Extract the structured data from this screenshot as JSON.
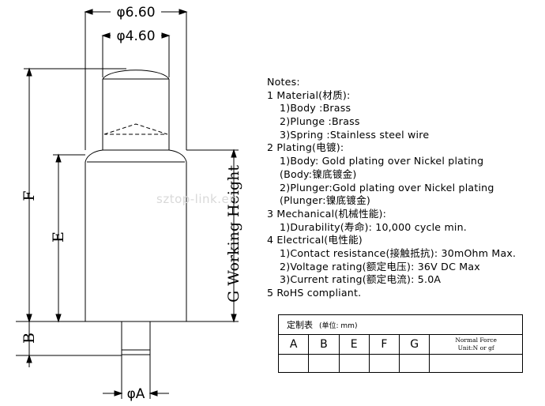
{
  "dimensions": {
    "outer_diameter": "φ6.60",
    "inner_diameter": "φ4.60",
    "tail_diameter": "φA",
    "letter_b": "B",
    "letter_e": "E",
    "letter_f": "F",
    "working_height": "G Working Height"
  },
  "watermark": "sztop-link.en",
  "notes": {
    "title": "Notes:",
    "lines": [
      "1 Material(材质):",
      "1)Body :Brass",
      "2)Plunge :Brass",
      "3)Spring :Stainless steel wire",
      "2 Plating(电镀):",
      "1)Body: Gold plating over Nickel plating",
      "(Body:镍底镀金)",
      "2)Plunger:Gold plating over Nickel plating",
      "(Plunger:镍底镀金)",
      "3 Mechanical(机械性能):",
      "1)Durability(寿命): 10,000 cycle min.",
      "4 Electrical(电性能)",
      "1)Contact resistance(接触抵抗): 30mOhm Max.",
      "2)Voltage rating(额定电压): 36V DC Max",
      "3)Current rating(额定电流): 5.0A",
      "5 RoHS compliant."
    ]
  },
  "spec_table": {
    "title": "定制表",
    "unit": "(单位: mm)",
    "headers": [
      "A",
      "B",
      "E",
      "F",
      "G"
    ],
    "normal_force_line1": "Normal Force",
    "normal_force_line2": "Unit:N or gf"
  }
}
